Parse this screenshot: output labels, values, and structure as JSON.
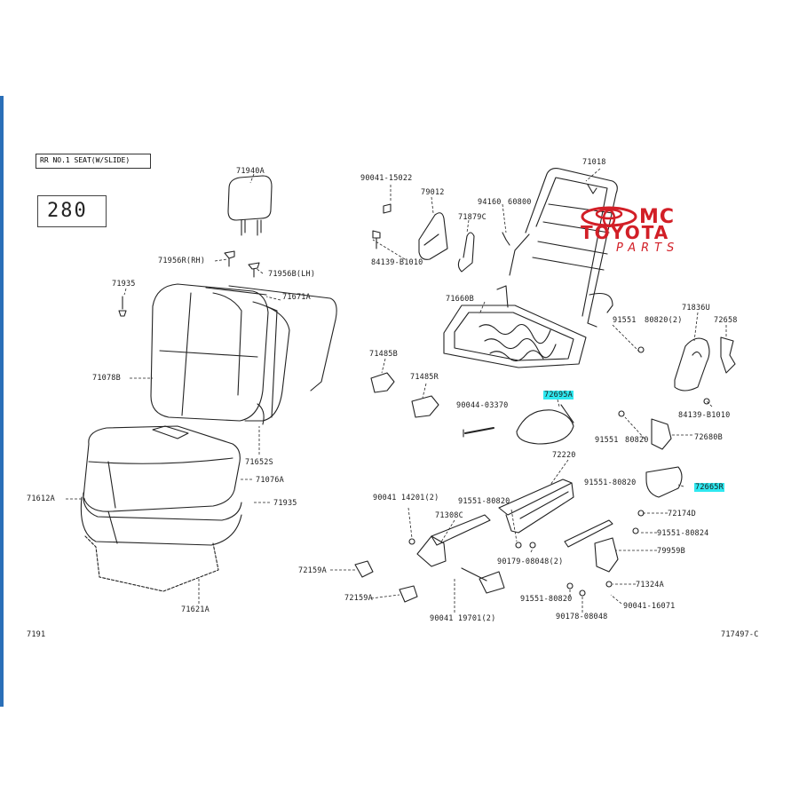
{
  "diagram": {
    "title": "RR NO.1 SEAT(W/SLIDE)",
    "code_box": "280",
    "footer_left": "7191",
    "footer_right": "717497-C",
    "logo": {
      "line1": "MC",
      "line2": "TOYOTA",
      "line3": "PARTS",
      "color": "#d21f27"
    },
    "highlight_color": "#2ee8f0",
    "labels": {
      "l71940A": "71940A",
      "l71956R": "71956R(RH)",
      "l71956B": "71956B(LH)",
      "l71935a": "71935",
      "l71671A": "71671A",
      "l71078B": "71078B",
      "l71652S": "71652S",
      "l71076A": "71076A",
      "l71612A": "71612A",
      "l71935b": "71935",
      "l71621A": "71621A",
      "l90041_15022": "90041-15022",
      "l79012": "79012",
      "l94160": "94160",
      "l60800": "60800",
      "l71879C": "71879C",
      "l84139a": "84139-B1010",
      "l71018": "71018",
      "l71660B": "71660B",
      "l91551a": "91551",
      "l80820a": "80820(2)",
      "l71836U": "71836U",
      "l72658": "72658",
      "l84139b": "84139-B1010",
      "l71485B": "71485B",
      "l71485R": "71485R",
      "l72695A": "72695A",
      "l90044": "90044-03370",
      "l91551b": "91551",
      "l80820b": "80820",
      "l72680B": "72680B",
      "l72220": "72220",
      "l91551c": "91551-80820",
      "l72665R": "72665R",
      "l90041_14201": "90041 14201(2)",
      "l91551d": "91551-80820",
      "l71308C": "71308C",
      "l72174D": "72174D",
      "l91551e": "91551-80824",
      "l90179": "90179-08048(2)",
      "l79959B": "79959B",
      "l72159A1": "72159A",
      "l72159A2": "72159A",
      "l91551f": "91551-80820",
      "l71324A": "71324A",
      "l90041_19701": "90041 19701(2)",
      "l90178": "90178-08048",
      "l90041_16071": "90041-16071"
    }
  }
}
